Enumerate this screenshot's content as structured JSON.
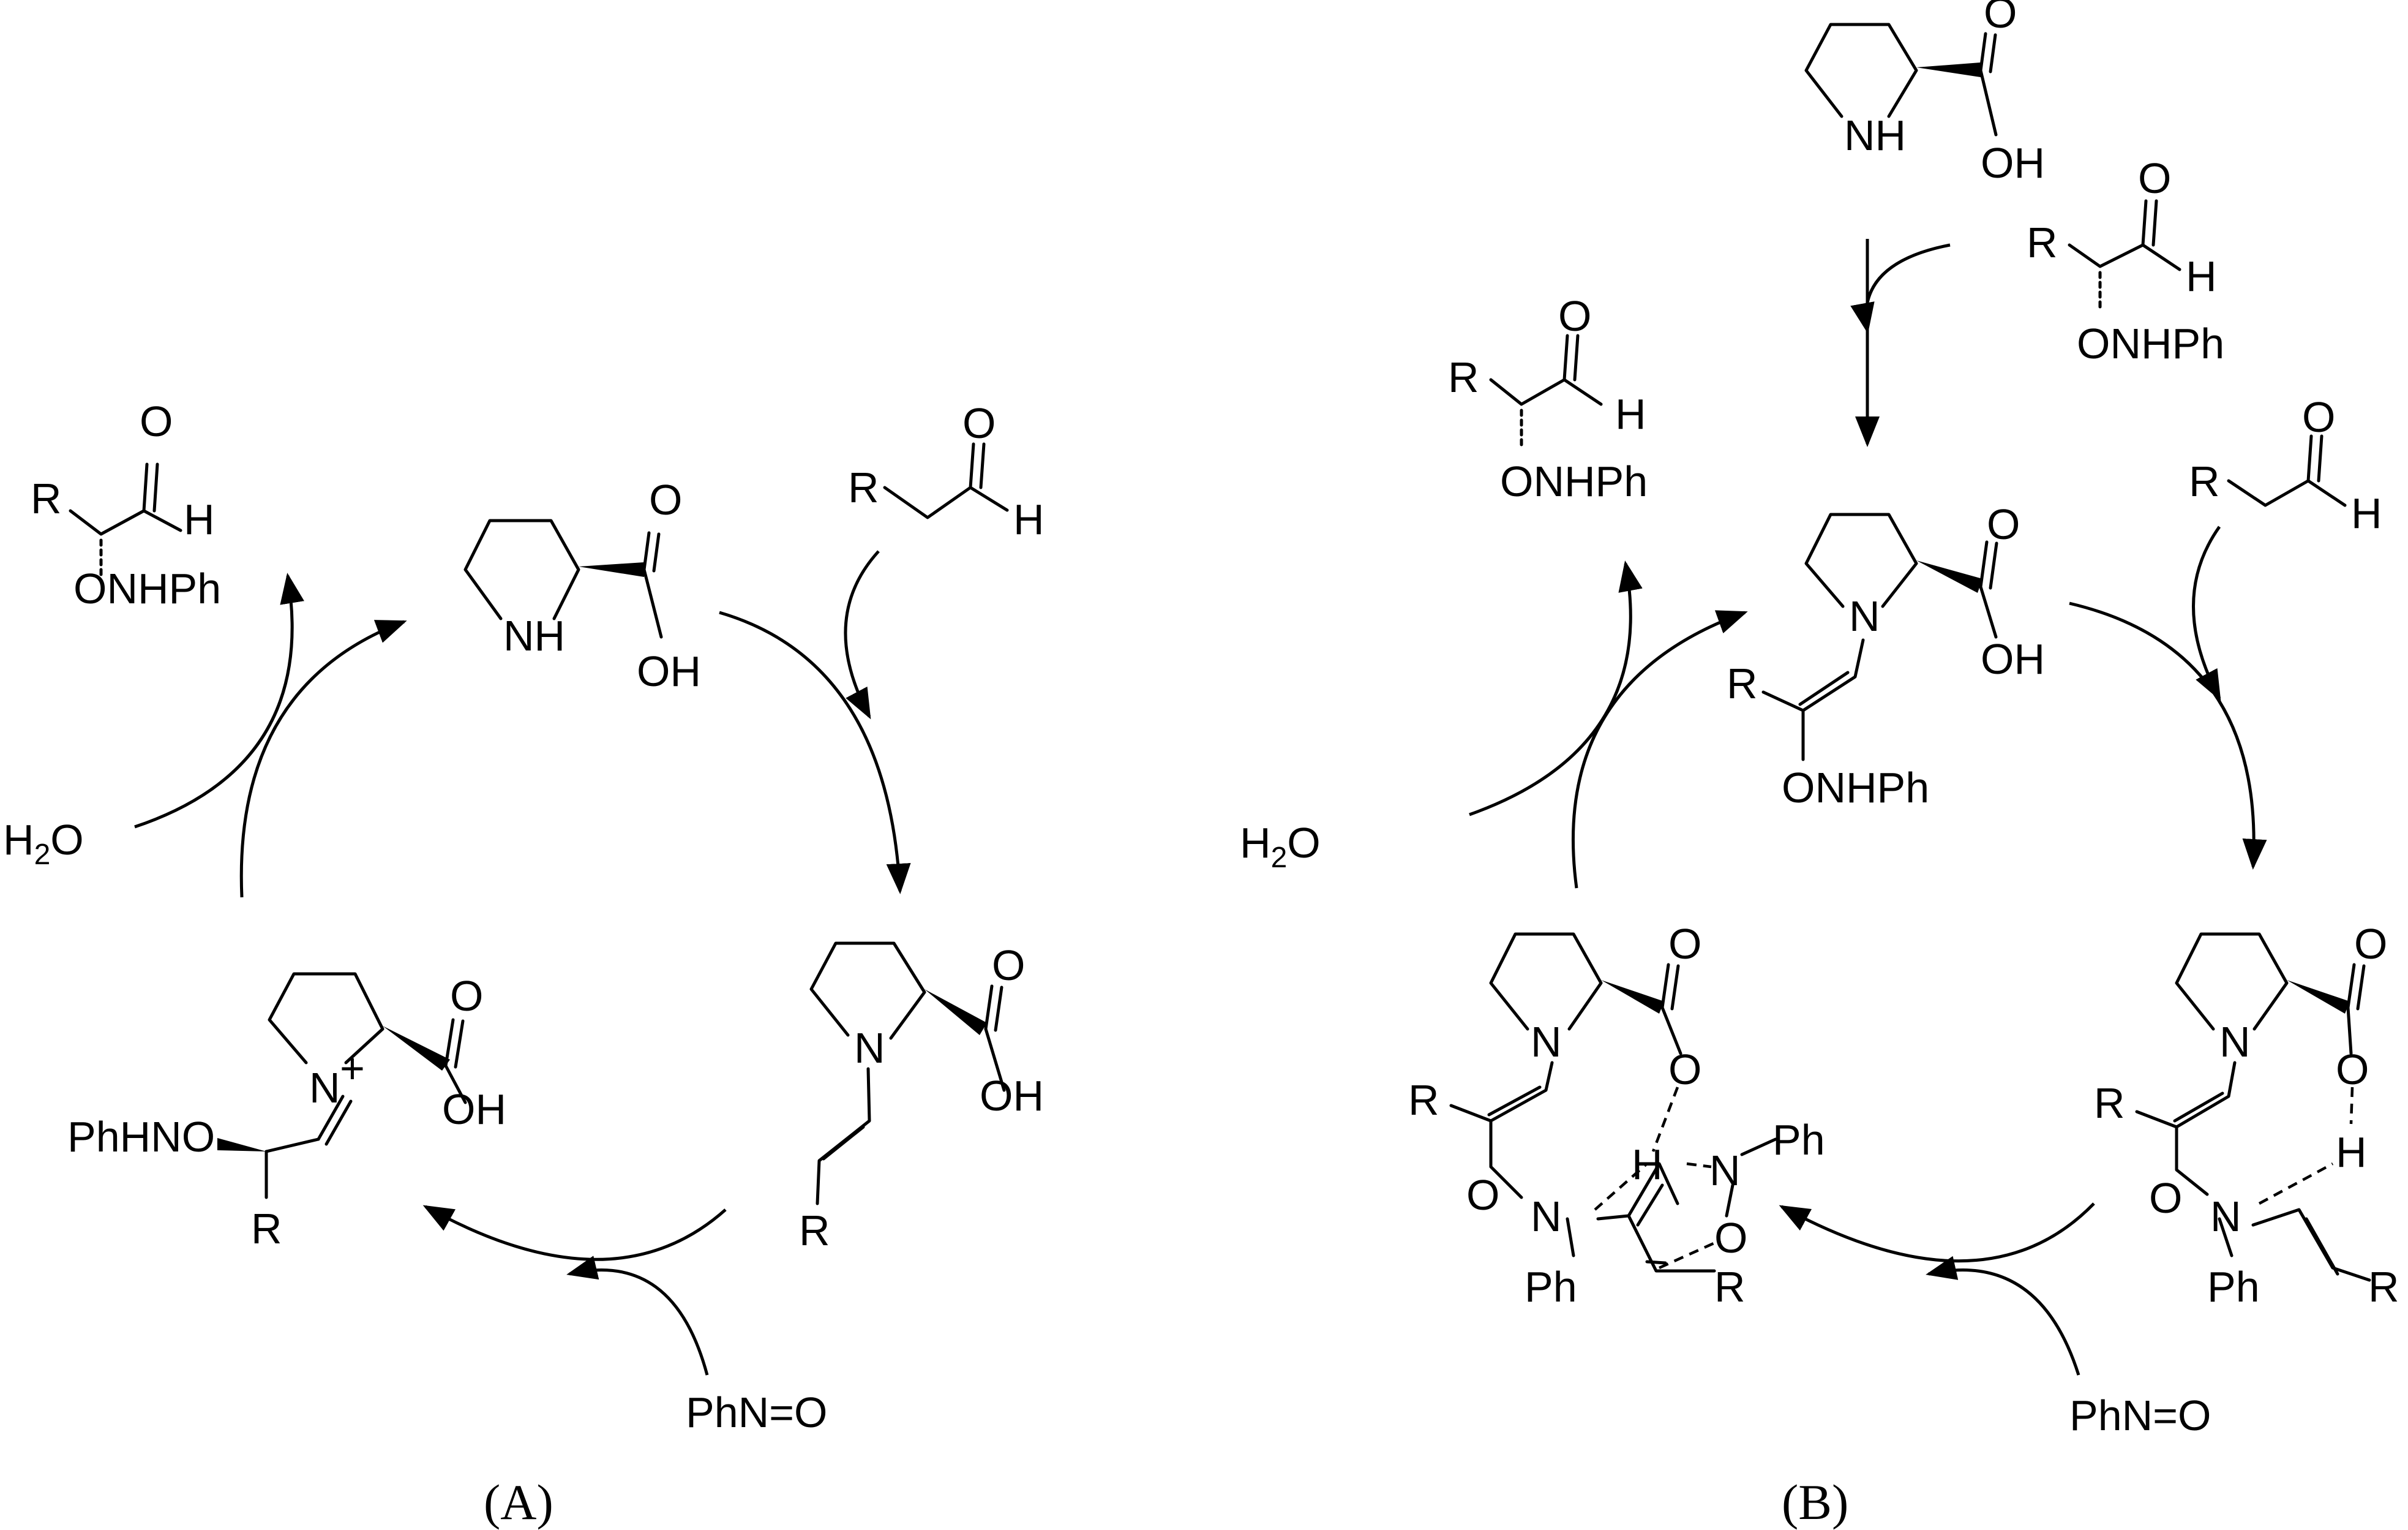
{
  "panel_a": {
    "caption": "(A)",
    "product": {
      "r": "R",
      "o": "O",
      "h": "H",
      "onhph": "ONHPh"
    },
    "proline": {
      "nh": "NH",
      "o": "O",
      "oh": "OH"
    },
    "aldehyde": {
      "r": "R",
      "o": "O",
      "h": "H"
    },
    "enamine": {
      "n": "N",
      "o": "O",
      "oh": "OH",
      "r": "R"
    },
    "iminium": {
      "n": "N",
      "plus": "+",
      "o": "O",
      "oh": "OH",
      "phhno": "PhHNO",
      "r": "R"
    },
    "water": "H2O",
    "reagent": "PhN=O"
  },
  "panel_b": {
    "caption": "(B)",
    "proline_top": {
      "nh": "NH",
      "o": "O",
      "oh": "OH"
    },
    "product_in": {
      "r": "R",
      "o": "O",
      "h": "H",
      "onhph": "ONHPh"
    },
    "product_out": {
      "r": "R",
      "o": "O",
      "h": "H",
      "onhph": "ONHPh"
    },
    "center": {
      "n": "N",
      "o": "O",
      "oh": "OH",
      "r": "R",
      "onhph": "ONHPh"
    },
    "aldehyde": {
      "r": "R",
      "o": "O",
      "h": "H"
    },
    "ts_right": {
      "n": "N",
      "o1": "O",
      "o2": "O",
      "h": "H",
      "r1": "R",
      "o3": "O",
      "n2": "N",
      "ph": "Ph",
      "r2": "R"
    },
    "ts_left": {
      "n": "N",
      "o1": "O",
      "o2": "O",
      "r1": "R",
      "o3": "O",
      "n2": "N",
      "ph1": "Ph",
      "h": "H",
      "n3": "N",
      "ph2": "Ph",
      "o4": "O",
      "r2": "R"
    },
    "water": "H2O",
    "reagent": "PhN=O"
  }
}
